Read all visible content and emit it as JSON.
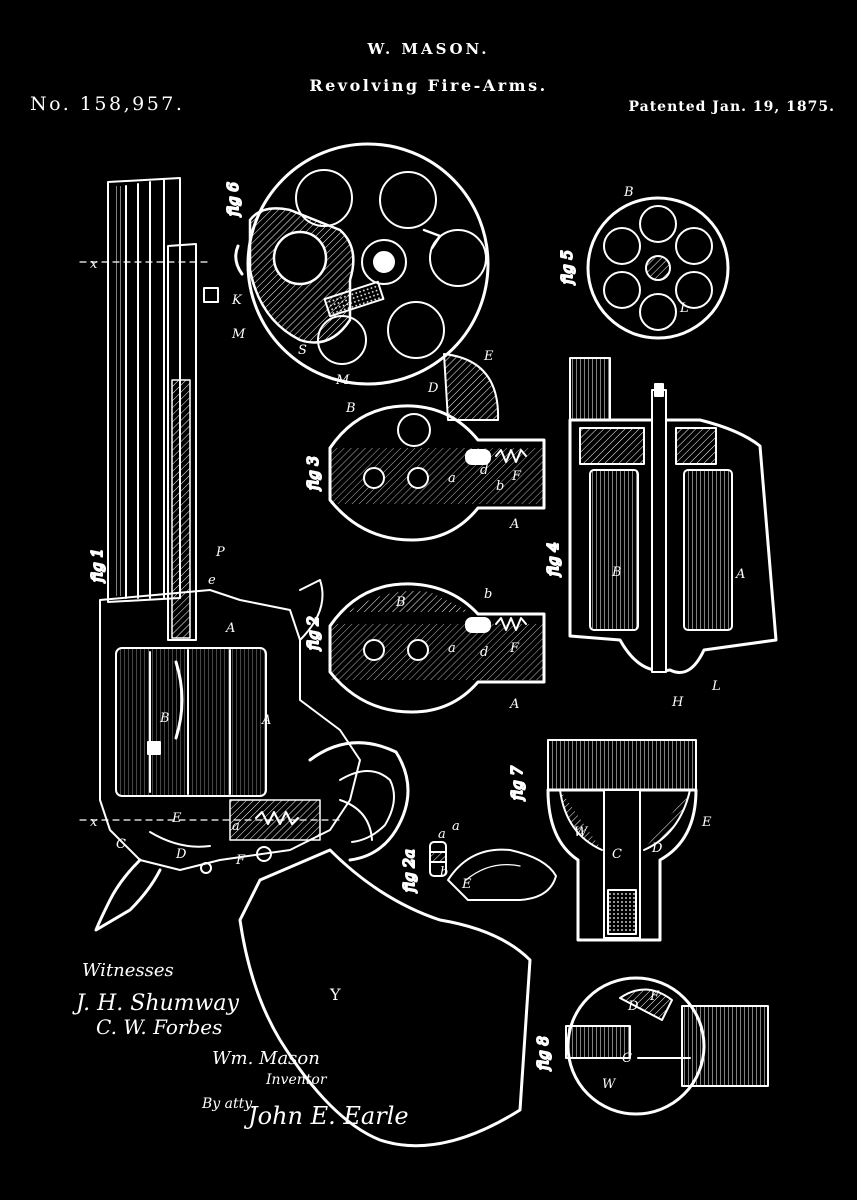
{
  "header": {
    "inventor": "W. MASON.",
    "subject": "Revolving Fire-Arms.",
    "patent_number": "No. 158,957.",
    "patent_date": "Patented Jan. 19, 1875."
  },
  "figure_labels": {
    "fig1": "fig 1",
    "fig2": "fig 2",
    "fig2a": "fig 2a",
    "fig3": "fig 3",
    "fig4": "fig 4",
    "fig5": "fig 5",
    "fig6": "fig 6",
    "fig7": "fig 7",
    "fig8": "fig 8"
  },
  "part_labels": {
    "A": "A",
    "B": "B",
    "C": "C",
    "D": "D",
    "E": "E",
    "F": "F",
    "H": "H",
    "K": "K",
    "L": "L",
    "M": "M",
    "P": "P",
    "S": "S",
    "W": "W",
    "Y": "Y",
    "a": "a",
    "b": "b",
    "d": "d",
    "e": "e",
    "x": "x"
  },
  "signatures": {
    "witnesses_label": "Witnesses",
    "witness1": "J. H. Shumway",
    "witness2": "C. W. Forbes",
    "inventor_name": "Wm. Mason",
    "inventor_title": "Inventor",
    "by_attorney": "By atty.",
    "attorney": "John E. Earle"
  },
  "colors": {
    "background": "#000000",
    "ink": "#ffffff"
  }
}
